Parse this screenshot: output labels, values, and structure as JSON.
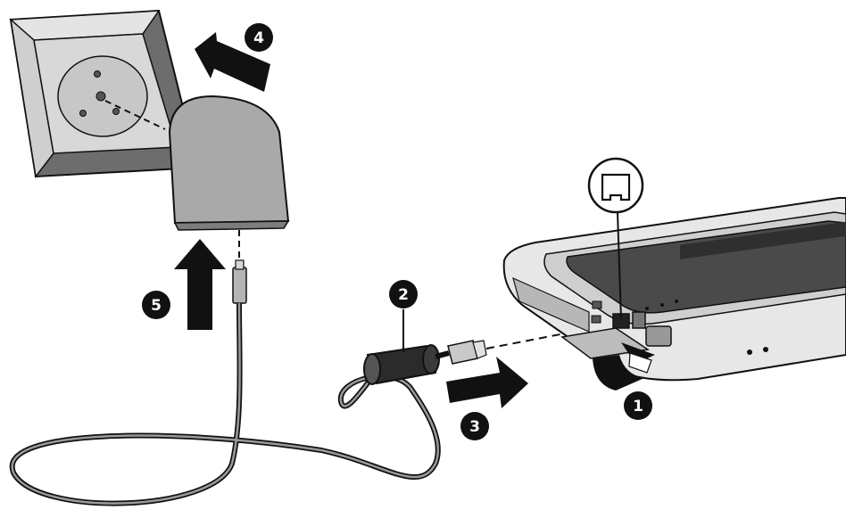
{
  "callouts": [
    {
      "id": "1",
      "label": "1"
    },
    {
      "id": "2",
      "label": "2"
    },
    {
      "id": "3",
      "label": "3"
    },
    {
      "id": "4",
      "label": "4"
    },
    {
      "id": "5",
      "label": "5"
    }
  ],
  "icons": {
    "modem_jack": "rj11-jack-icon"
  },
  "colors": {
    "line_art": "#111111",
    "gray_fill": "#a9a9a9",
    "light_fill": "#d6d6d6",
    "callout_fill": "#111111"
  }
}
